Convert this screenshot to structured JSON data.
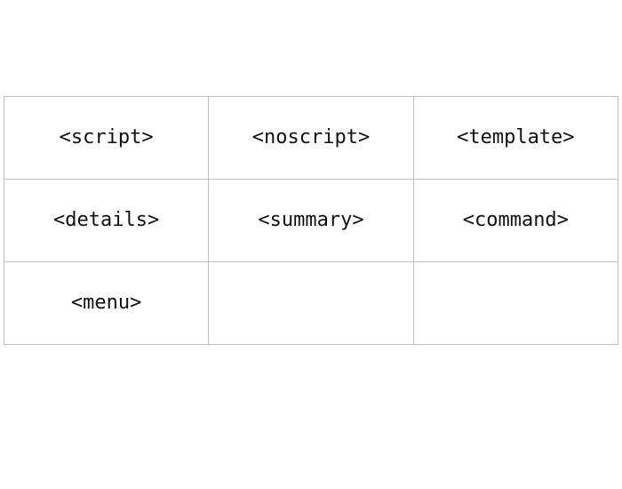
{
  "page": {
    "background_color": "#ffffff",
    "text_color": "#111111",
    "border_color": "#c0c0c0"
  },
  "table": {
    "name": "html-elements-table",
    "column_count": 3,
    "row_count": 3,
    "rows": [
      {
        "cells": [
          {
            "text": "<script>",
            "empty": false
          },
          {
            "text": "<noscript>",
            "empty": false
          },
          {
            "text": "<template>",
            "empty": false
          }
        ]
      },
      {
        "cells": [
          {
            "text": "<details>",
            "empty": false
          },
          {
            "text": "<summary>",
            "empty": false
          },
          {
            "text": "<command>",
            "empty": false
          }
        ]
      },
      {
        "cells": [
          {
            "text": "<menu>",
            "empty": false
          },
          {
            "text": "",
            "empty": true
          },
          {
            "text": "",
            "empty": true
          }
        ]
      }
    ]
  }
}
